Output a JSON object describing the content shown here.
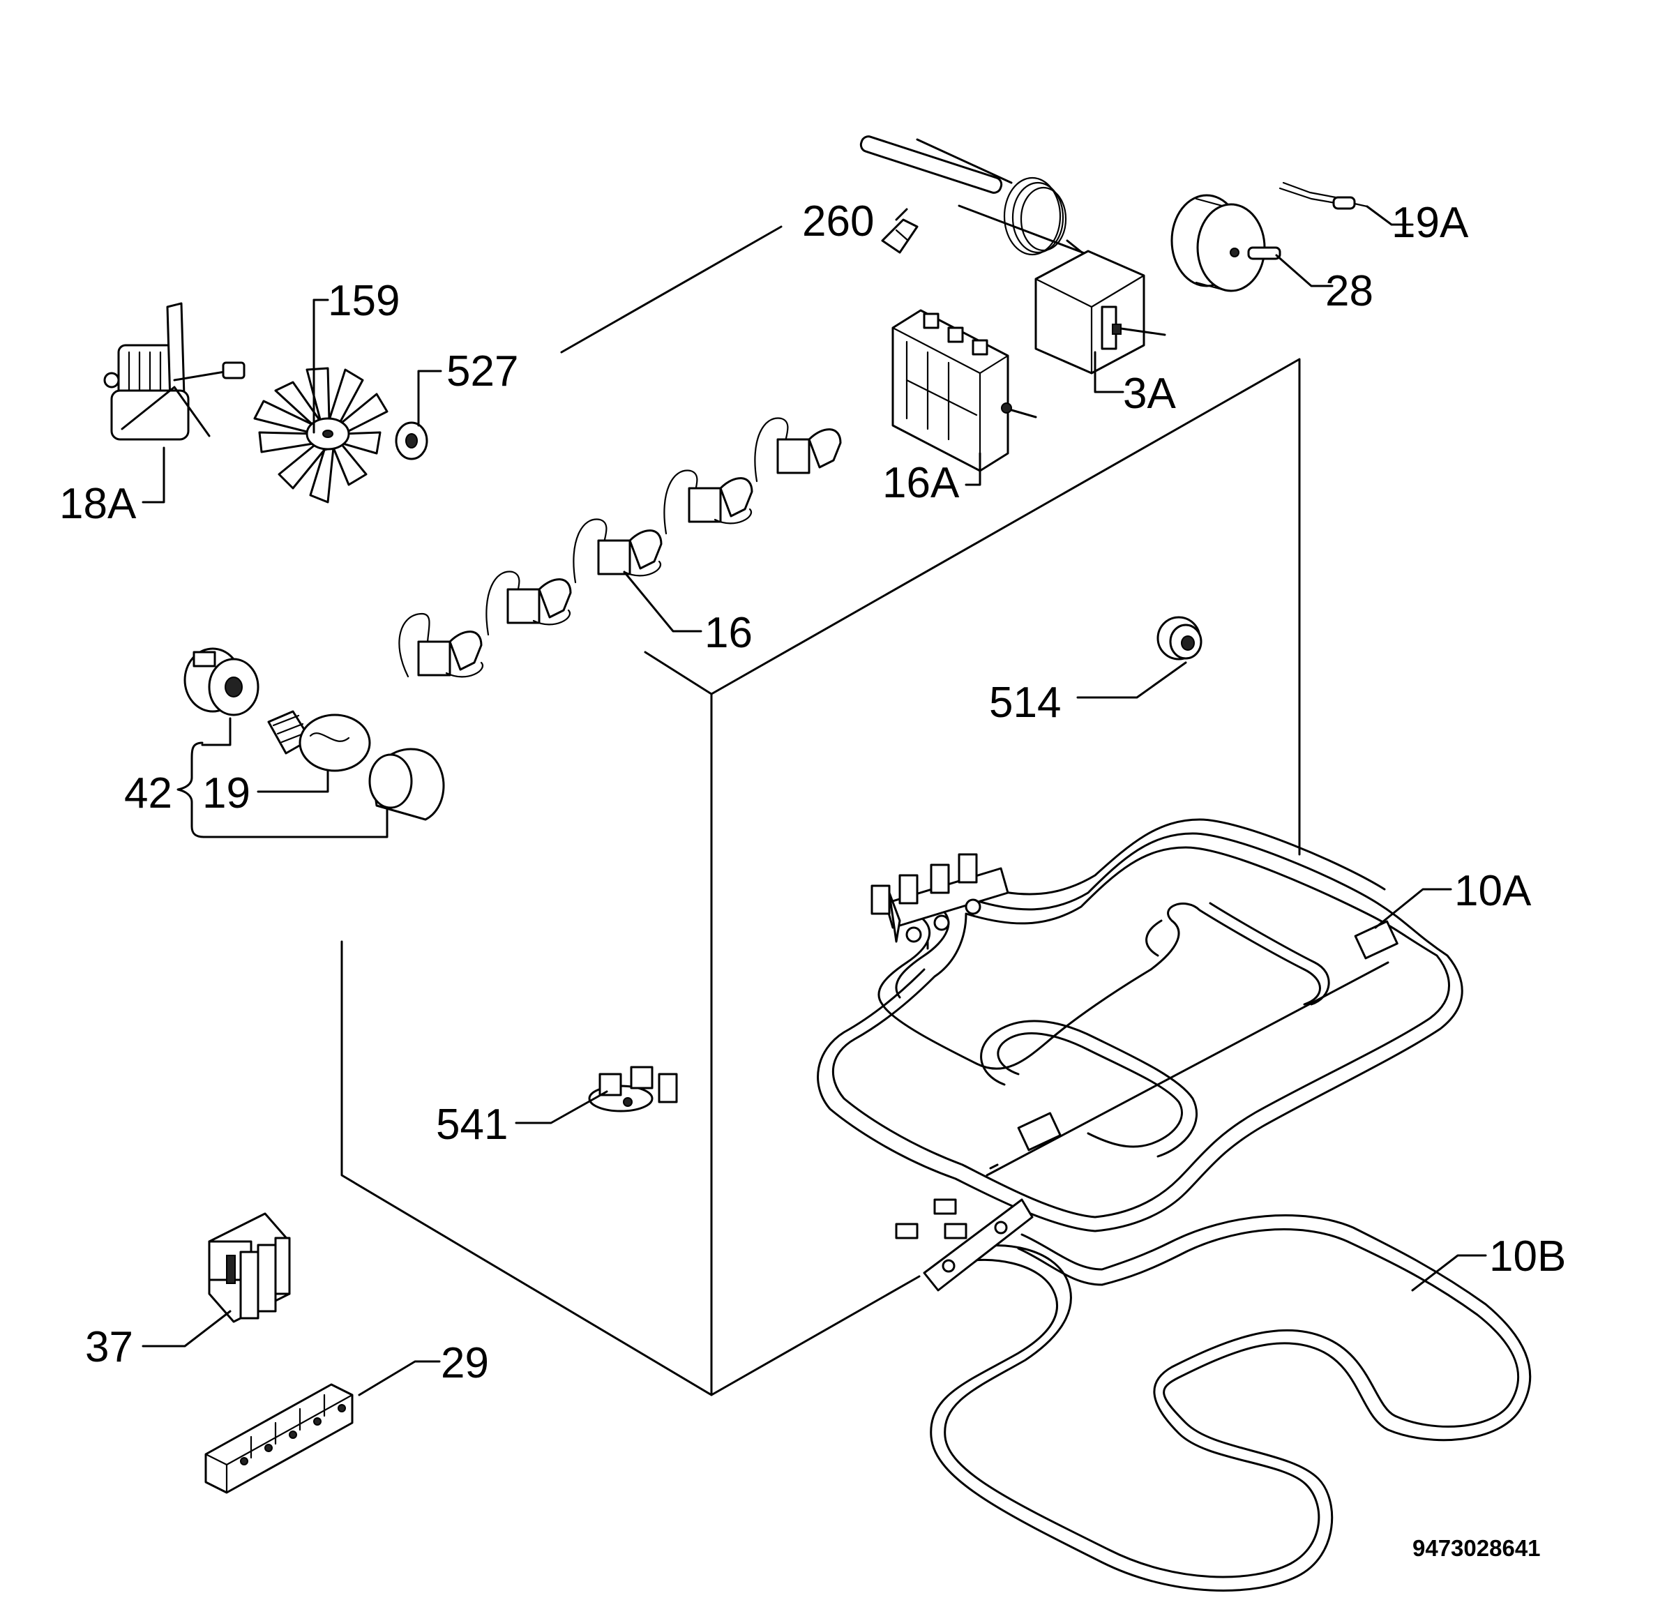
{
  "labels": {
    "l260": "260",
    "l19a": "19A",
    "l159": "159",
    "l28": "28",
    "l527": "527",
    "l3a": "3A",
    "l18a": "18A",
    "l16a": "16A",
    "l16": "16",
    "l514": "514",
    "l42": "42",
    "l19": "19",
    "l10a": "10A",
    "l541": "541",
    "l10b": "10B",
    "l37": "37",
    "l29": "29"
  },
  "drawing_code": "9473028641"
}
